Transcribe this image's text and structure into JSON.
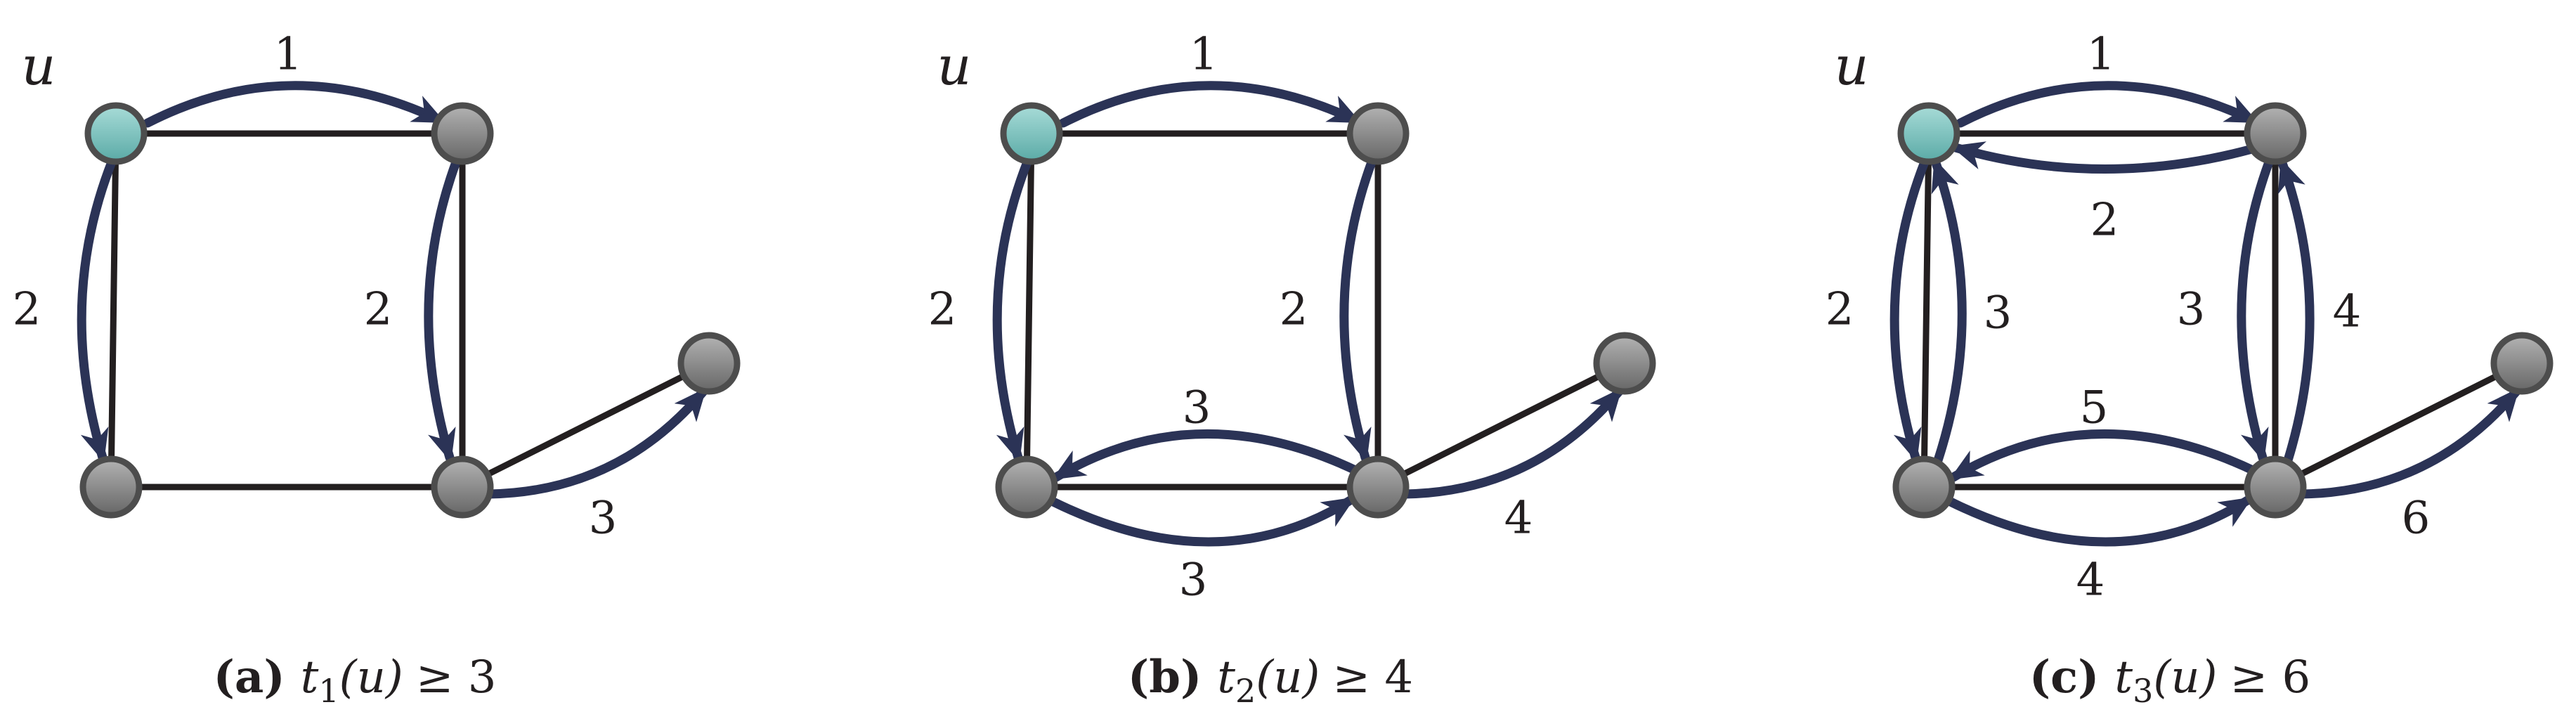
{
  "colors": {
    "source_node": "#7fc3c1",
    "node": "#808080",
    "edge": "#231f20",
    "arc": "#2b3356"
  },
  "start_label": "u",
  "panels": [
    {
      "id": "a",
      "arcs": [
        {
          "from": "TL",
          "to": "TR",
          "label": "1"
        },
        {
          "from": "TL",
          "to": "BL",
          "label": "2"
        },
        {
          "from": "TR",
          "to": "BR",
          "label": "2"
        },
        {
          "from": "BR",
          "to": "P",
          "label": "3"
        }
      ],
      "caption": {
        "tag": "(a)",
        "t": "t",
        "sub": "1",
        "arg": "(u)",
        "rel": "≥ 3"
      }
    },
    {
      "id": "b",
      "arcs": [
        {
          "from": "TL",
          "to": "TR",
          "label": "1"
        },
        {
          "from": "TL",
          "to": "BL",
          "label": "2"
        },
        {
          "from": "TR",
          "to": "BR",
          "label": "2"
        },
        {
          "from": "BR",
          "to": "BL",
          "label": "3"
        },
        {
          "from": "BL",
          "to": "BR",
          "label": "3"
        },
        {
          "from": "BR",
          "to": "P",
          "label": "4"
        }
      ],
      "caption": {
        "tag": "(b)",
        "t": "t",
        "sub": "2",
        "arg": "(u)",
        "rel": "≥ 4"
      }
    },
    {
      "id": "c",
      "arcs": [
        {
          "from": "TL",
          "to": "TR",
          "label": "1"
        },
        {
          "from": "TR",
          "to": "TL",
          "label": "2"
        },
        {
          "from": "TL",
          "to": "BL",
          "label": "2"
        },
        {
          "from": "BL",
          "to": "TL",
          "label": "3"
        },
        {
          "from": "TR",
          "to": "BR",
          "label": "3"
        },
        {
          "from": "BR",
          "to": "TR",
          "label": "4"
        },
        {
          "from": "BR",
          "to": "BL",
          "label": "5"
        },
        {
          "from": "BL",
          "to": "BR",
          "label": "4"
        },
        {
          "from": "BR",
          "to": "P",
          "label": "6"
        }
      ],
      "caption": {
        "tag": "(c)",
        "t": "t",
        "sub": "3",
        "arg": "(u)",
        "rel": "≥ 6"
      }
    }
  ]
}
